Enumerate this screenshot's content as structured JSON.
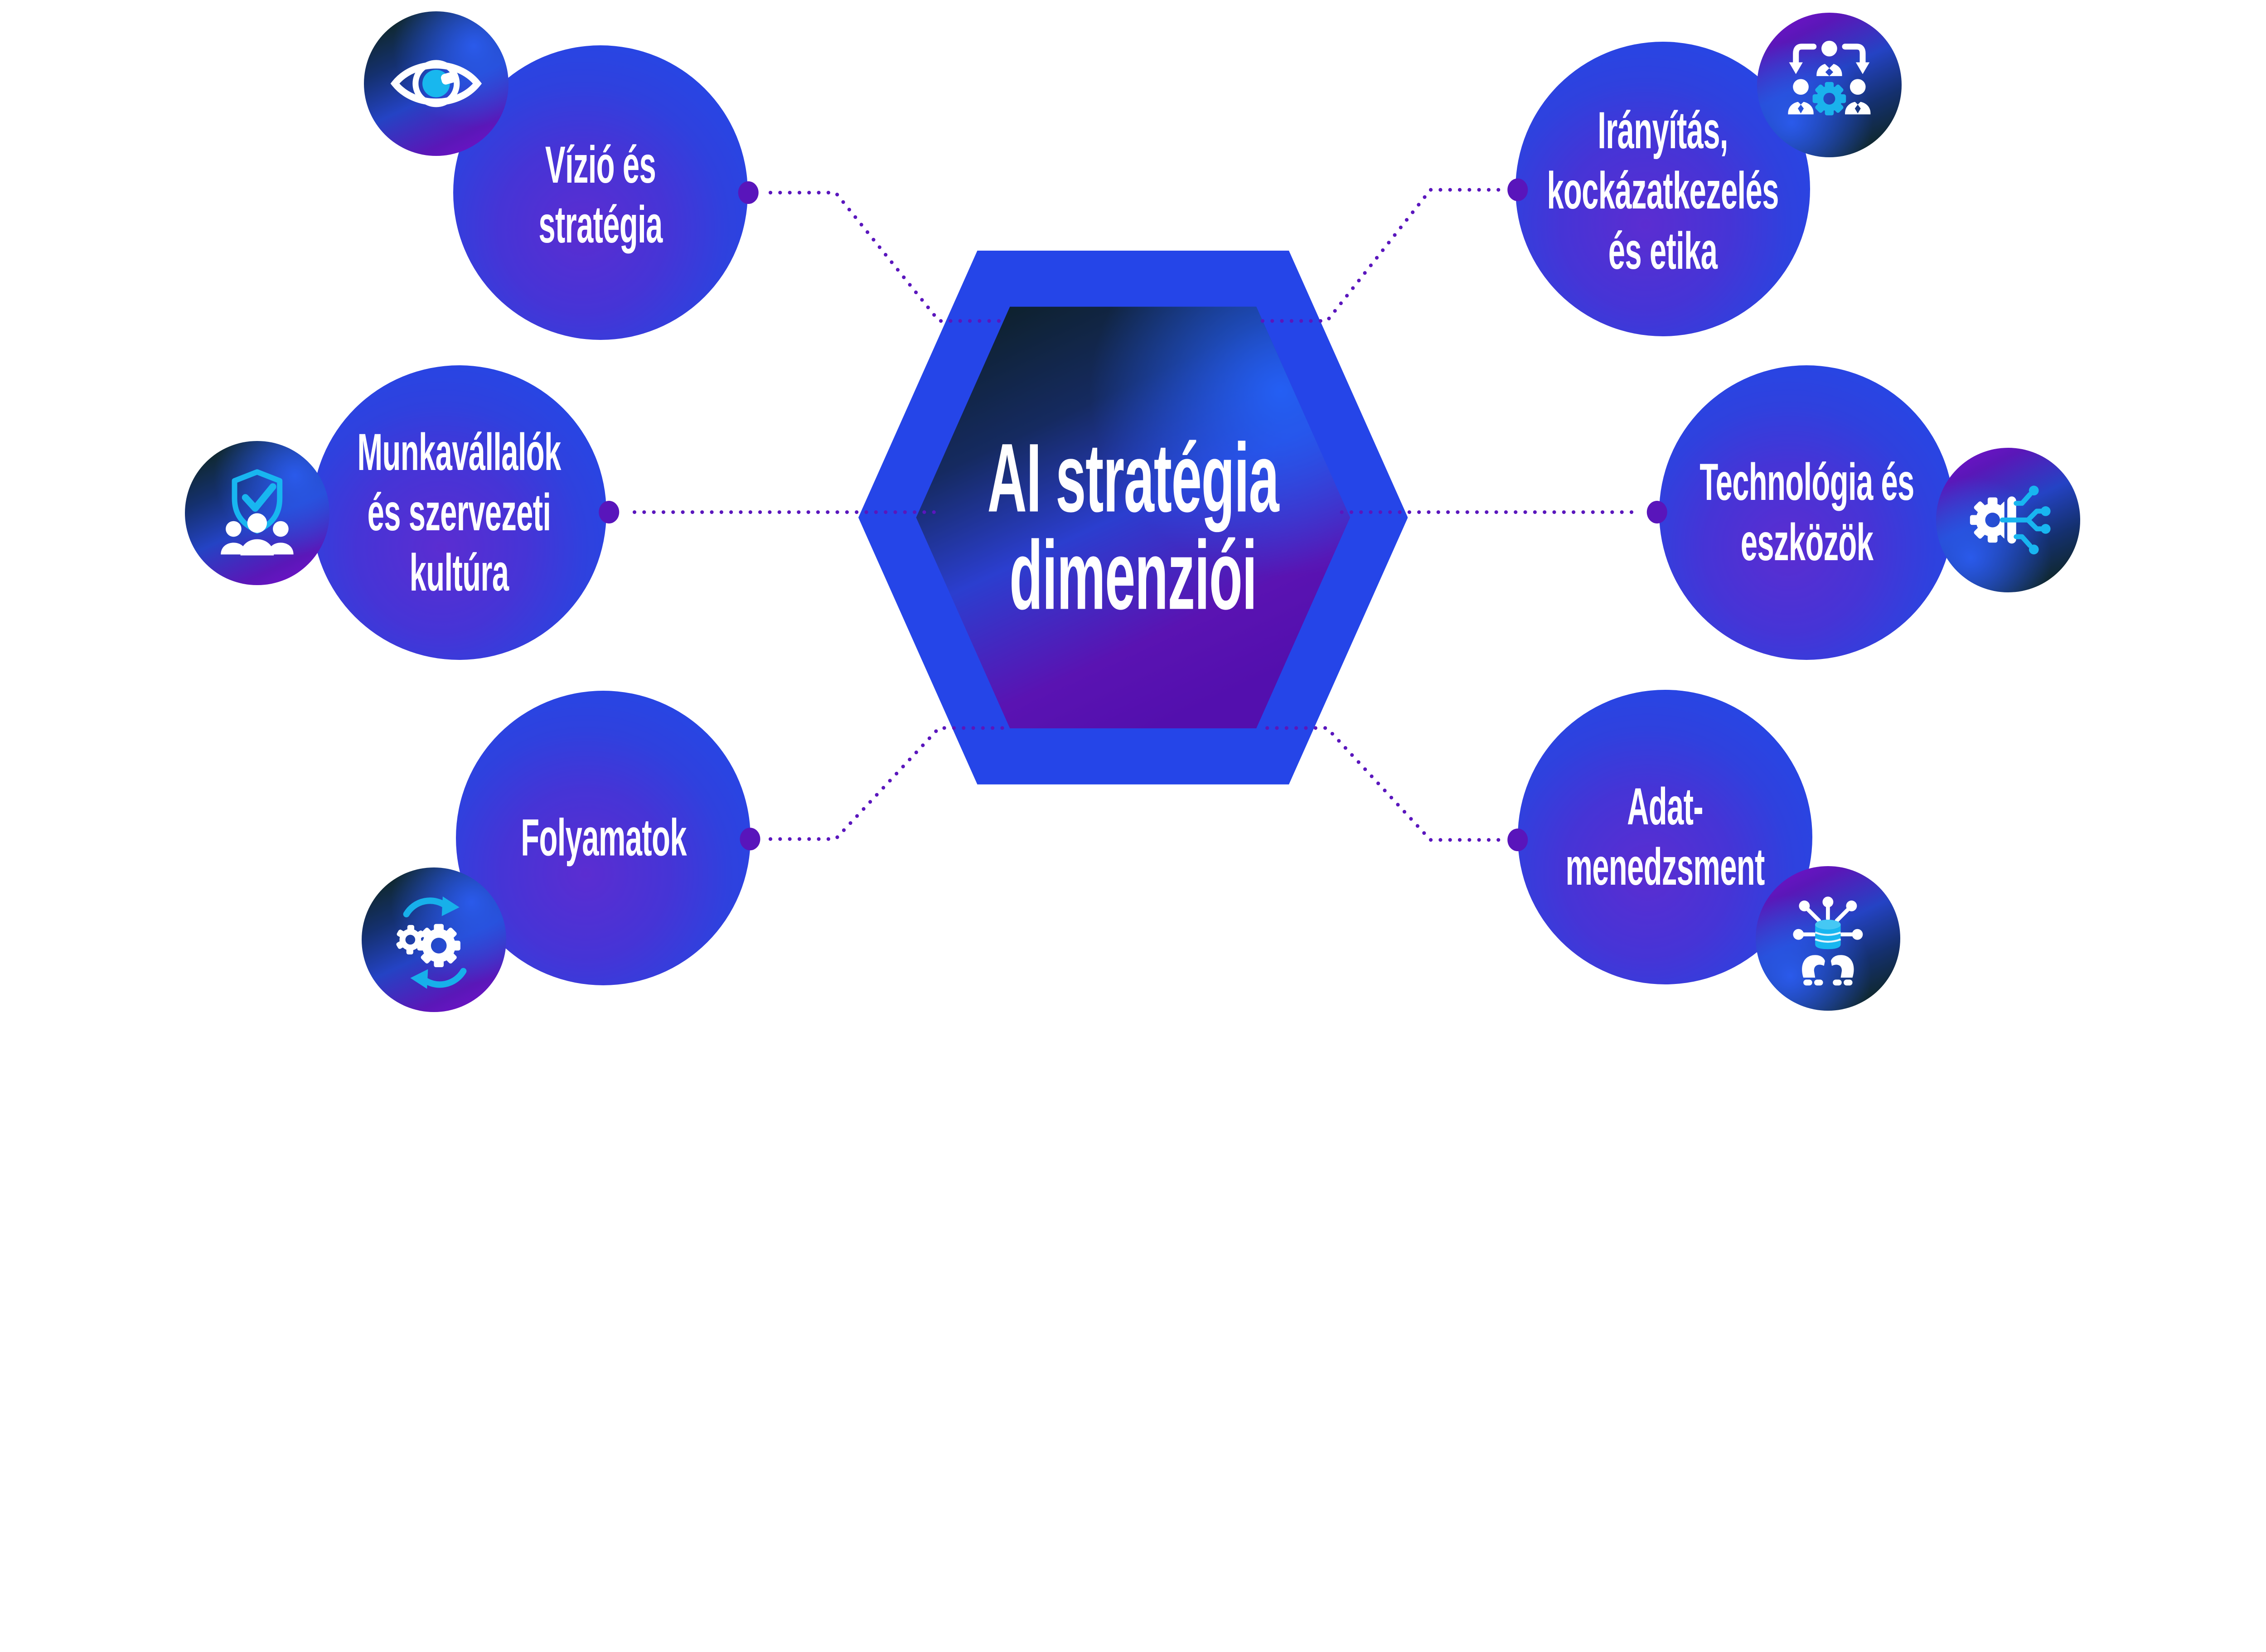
{
  "title": {
    "text": "AI stratégia\ndimenziói"
  },
  "nodes": [
    {
      "id": "vision",
      "label": "Vízió és\nstratégia",
      "icon": "eye-icon",
      "position": "top-left"
    },
    {
      "id": "employees",
      "label": "Munkavállalók\nés szervezeti\nkultúra",
      "icon": "shield-check-people-icon",
      "position": "middle-left"
    },
    {
      "id": "processes",
      "label": "Folyamatok",
      "icon": "gears-sync-icon",
      "position": "bottom-left"
    },
    {
      "id": "governance",
      "label": "Irányítás,\nkockázatkezelés\nés etika",
      "icon": "people-gear-hierarchy-icon",
      "position": "top-right"
    },
    {
      "id": "technology",
      "label": "Technológia és\neszközök",
      "icon": "gear-circuit-icon",
      "position": "middle-right"
    },
    {
      "id": "data",
      "label": "Adat-\nmenedzsment",
      "icon": "hands-database-icon",
      "position": "bottom-right"
    }
  ],
  "colors": {
    "circle_blue": "#2746e4",
    "circle_purple": "#5b2dd1",
    "hex_border_blue": "#2545e8",
    "hex_dark_teal": "#0d2027",
    "hex_purple": "#530fae",
    "hex_glow_blue": "#2461f8",
    "connector_purple": "#5915bb",
    "icon_cyan": "#18b6f0",
    "icon_dark_green": "#0d2309",
    "icon_violet": "#7c0fd0",
    "text_white": "#ffffff",
    "background_white": "#ffffff"
  }
}
